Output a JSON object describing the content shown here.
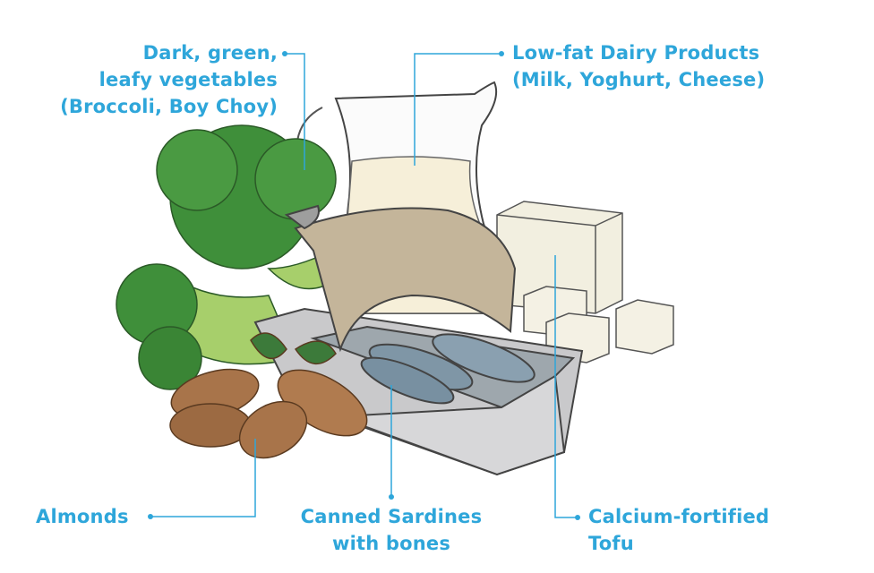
{
  "labels": {
    "greens": {
      "line1": "Dark, green,",
      "line2": "leafy vegetables",
      "line3": "(Broccoli, Boy Choy)"
    },
    "dairy": {
      "line1": "Low-fat Dairy Products",
      "line2": "(Milk, Yoghurt, Cheese)"
    },
    "almonds": {
      "line1": "Almonds"
    },
    "sardines": {
      "line1": "Canned Sardines",
      "line2": "with bones"
    },
    "tofu": {
      "line1": "Calcium-fortified",
      "line2": "Tofu"
    }
  },
  "colors": {
    "accent": "#2ea6da",
    "broccoli": "#3f8f3a",
    "milk": "#f6efd9",
    "tofu": "#f2efe0",
    "can": "#c9c9cb",
    "lid": "#c4b59a",
    "sardine": "#7f96a6",
    "almond": "#a8744a"
  }
}
